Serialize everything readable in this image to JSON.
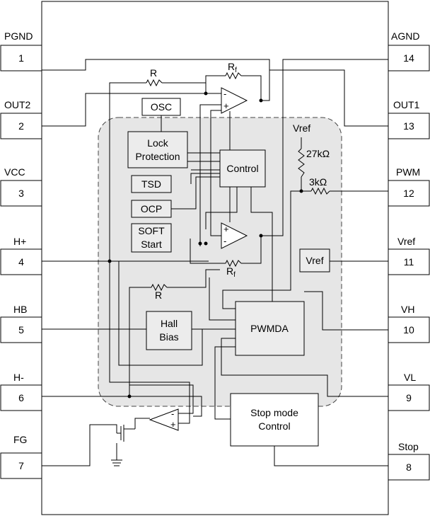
{
  "pins": {
    "p1": {
      "name": "PGND",
      "number": "1"
    },
    "p2": {
      "name": "OUT2",
      "number": "2"
    },
    "p3": {
      "name": "VCC",
      "number": "3"
    },
    "p4": {
      "name": "H+",
      "number": "4"
    },
    "p5": {
      "name": "HB",
      "number": "5"
    },
    "p6": {
      "name": "H-",
      "number": "6"
    },
    "p7": {
      "name": "FG",
      "number": "7"
    },
    "p14": {
      "name": "AGND",
      "number": "14"
    },
    "p13": {
      "name": "OUT1",
      "number": "13"
    },
    "p12": {
      "name": "PWM",
      "number": "12"
    },
    "p11": {
      "name": "Vref",
      "number": "11"
    },
    "p10": {
      "name": "VH",
      "number": "10"
    },
    "p9": {
      "name": "VL",
      "number": "9"
    },
    "p8": {
      "name": "Stop",
      "number": "8"
    }
  },
  "blocks": {
    "osc": "OSC",
    "lock_line1": "Lock",
    "lock_line2": "Protection",
    "control": "Control",
    "tsd": "TSD",
    "ocp": "OCP",
    "soft_line1": "SOFT",
    "soft_line2": "Start",
    "vref": "Vref",
    "hall_line1": "Hall",
    "hall_line2": "Bias",
    "pwmda": "PWMDA",
    "stop_line1": "Stop mode",
    "stop_line2": "Control"
  },
  "components": {
    "r_top": "R",
    "rf_top": "R",
    "rf_top_sub": "f",
    "rf_bottom": "R",
    "rf_bottom_sub": "f",
    "r_bottom": "R",
    "vref_label": "Vref",
    "r27k": "27kΩ",
    "r3k": "3kΩ"
  }
}
